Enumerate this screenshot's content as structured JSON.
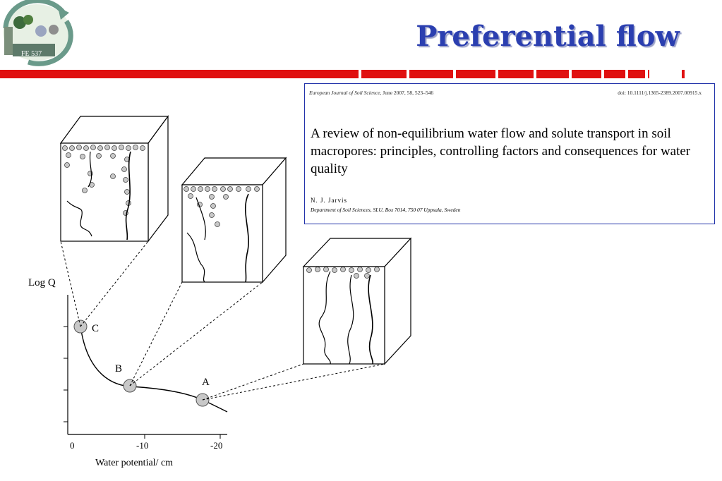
{
  "slide": {
    "title": "Preferential flow",
    "logo_text": "FE 537"
  },
  "paper": {
    "journal": "European Journal of Soil Science,",
    "journal_rest": "June 2007, 58, 523–546",
    "doi": "doi: 10.1111/j.1365-2389.2007.00915.x",
    "title": "A review of non-equilibrium water flow and solute transport in soil macropores: principles, controlling factors and consequences for water quality",
    "author": "N. J. Jarvis",
    "affiliation": "Department of Soil Sciences, SLU, Box 7014, 750 07 Uppsala, Sweden"
  },
  "diagram": {
    "ylabel": "Log Q",
    "xlabel": "Water potential/ cm",
    "xticks": [
      "0",
      "-10",
      "-20"
    ],
    "points": [
      "C",
      "B",
      "A"
    ]
  },
  "colors": {
    "title": "#2b3fb0",
    "redbar": "#e01010",
    "border": "#2233aa"
  }
}
